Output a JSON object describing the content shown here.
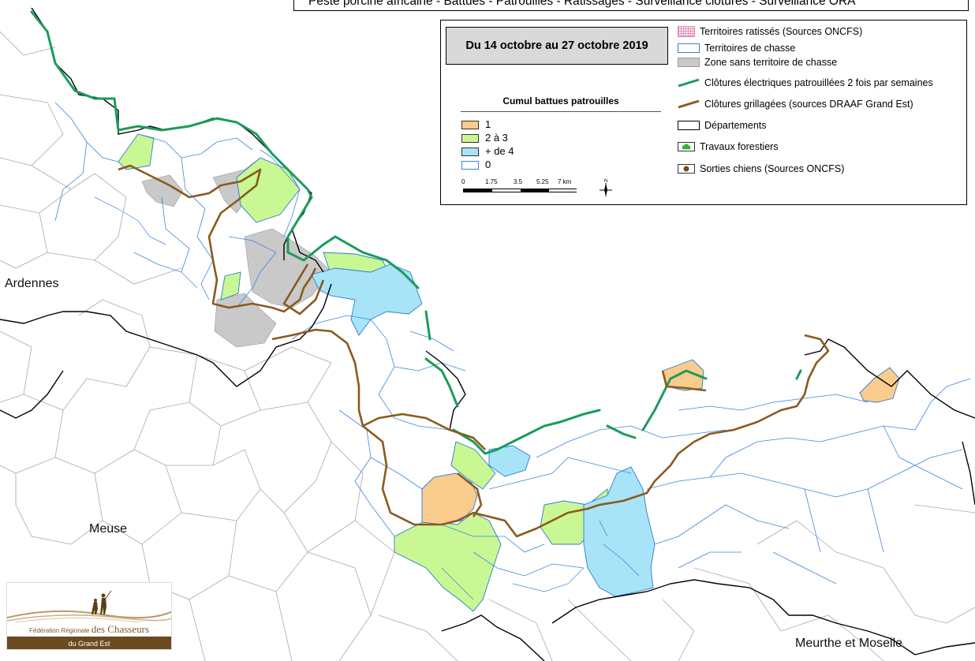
{
  "header": {
    "title_strip": "Peste porcine africaine - Battues - Patrouilles - Ratissages - Surveillance clotures - Surveillance ORA"
  },
  "legend": {
    "date_range": "Du 14 octobre au 27 octobre 2019",
    "cumul_title": "Cumul battues patrouilles",
    "cumul_classes": [
      {
        "label": "1",
        "color": "#f9cc8d"
      },
      {
        "label": "2 à 3",
        "color": "#c9f794"
      },
      {
        "label": "+ de 4",
        "color": "#a8e4f8"
      },
      {
        "label": "0",
        "color": "#ffffff"
      }
    ],
    "scale_labels": [
      "0",
      "1.75",
      "3.5",
      "5.25",
      "7 km"
    ],
    "north_icon": "north-arrow-icon",
    "items": [
      {
        "label": "Territoires ratissés (Sources ONCFS)",
        "symbol": "hatch",
        "color": "#e28cb7"
      },
      {
        "label": "Territoires de chasse",
        "symbol": "box",
        "color": "#3a7bd5"
      },
      {
        "label": "Zone sans territoire de chasse",
        "symbol": "fill",
        "color": "#c9c9c9"
      },
      {
        "label": "Clôtures électriques patrouillées 2 fois par semaines",
        "symbol": "line",
        "color": "#1b9b5b"
      },
      {
        "label": "Clôtures grillagées (sources DRAAF Grand Est)",
        "symbol": "line",
        "color": "#8a5a1e"
      },
      {
        "label": "Départements",
        "symbol": "box",
        "color": "#000000"
      },
      {
        "label": "Travaux forestiers",
        "symbol": "tree",
        "color": "#2fb23a"
      },
      {
        "label": "Sorties chiens (Sources ONCFS)",
        "symbol": "dot",
        "color": "#7a4a12"
      }
    ]
  },
  "places": {
    "ardennes": "Ardennes",
    "meuse": "Meuse",
    "meurthe": "Meurthe et Moselle"
  },
  "logo": {
    "line1_small": "Fédération Régionale",
    "line1_big": "des Chasseurs",
    "line2": "du Grand Est"
  }
}
